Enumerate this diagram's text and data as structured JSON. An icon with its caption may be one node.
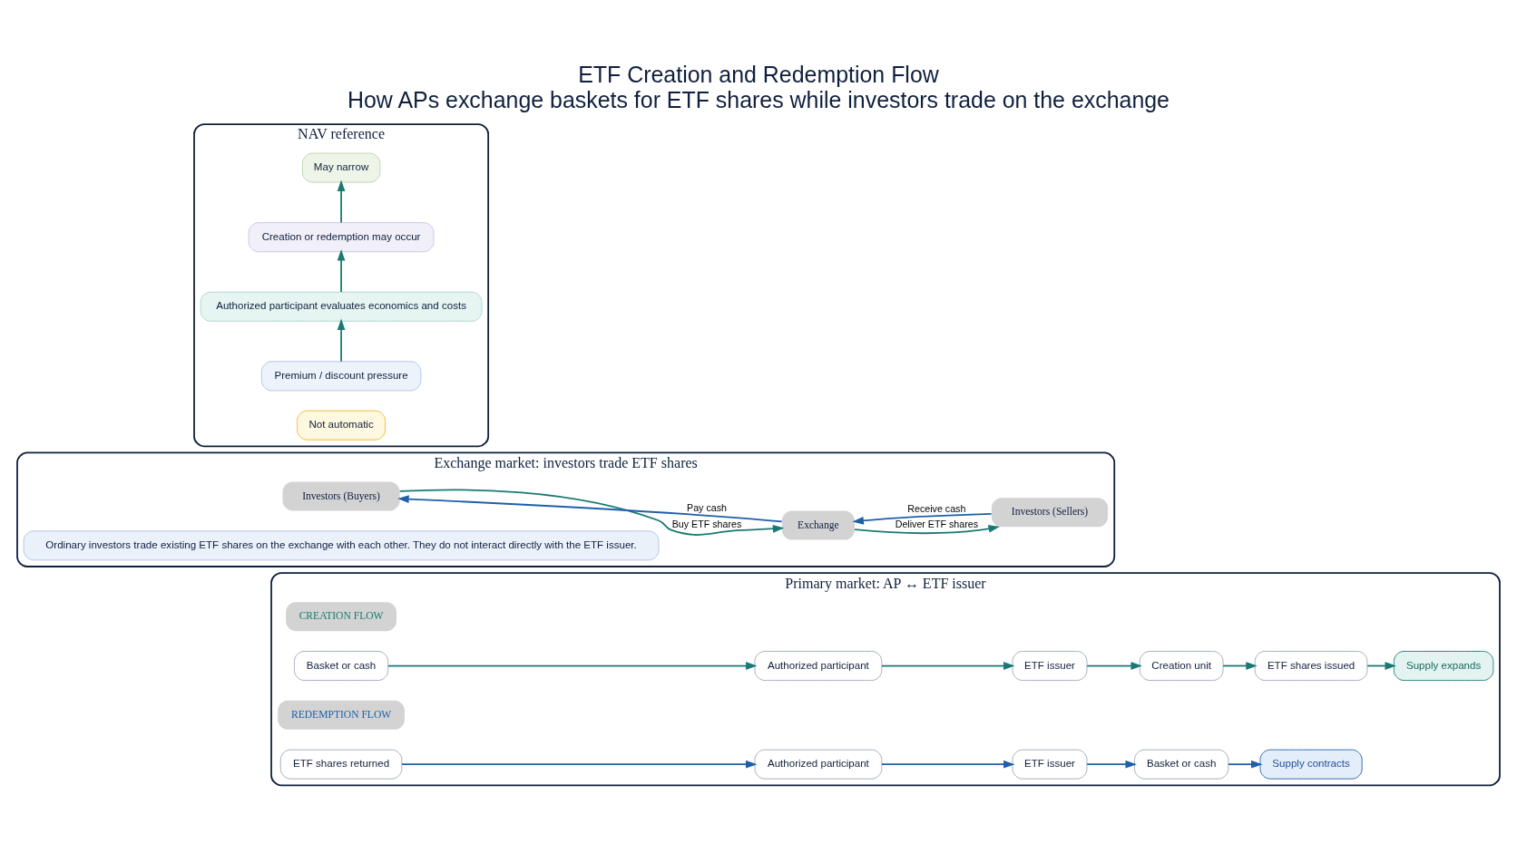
{
  "diagram": {
    "title": "ETF Creation and Redemption Flow",
    "caption": "How APs exchange baskets for ETF shares while investors trade on the exchange",
    "nodes": [
      {
        "text": [
          "Primary market: AP ↔ ETF issuer"
        ]
      },
      {
        "text": [
          "CREATION FLOW"
        ],
        "in": 0
      },
      {
        "text": [
          "Basket or cash"
        ],
        "in": 0
      },
      {
        "text": [
          "Authorized participant"
        ],
        "in": 0
      },
      {
        "text": [
          "ETF issuer"
        ],
        "in": 0
      },
      {
        "text": [
          "Creation unit"
        ],
        "in": 0
      },
      {
        "text": [
          "ETF shares issued"
        ],
        "in": 0
      },
      {
        "text": [
          "Supply expands"
        ],
        "in": 0
      },
      {
        "text": [
          "REDEMPTION FLOW"
        ],
        "in": 0
      },
      {
        "text": [
          "Supply contracts"
        ],
        "in": 0
      },
      {
        "text": [
          "Basket or cash"
        ],
        "in": 0
      },
      {
        "text": [
          "ETF issuer"
        ],
        "in": 0
      },
      {
        "text": [
          "Authorized participant"
        ],
        "in": 0
      },
      {
        "text": [
          "ETF shares returned"
        ],
        "in": 0
      },
      {
        "text": [
          "Exchange market: investors trade ETF shares"
        ]
      },
      {
        "text": [
          "Investors (Buyers)"
        ],
        "in": 14
      },
      {
        "text": [
          "Exchange"
        ],
        "in": 14
      },
      {
        "text": [
          "Investors (Sellers)"
        ],
        "in": 14
      },
      {
        "text": [
          "Ordinary investors trade existing ETF shares on the exchange with each other. They do not interact directly with the ETF issuer."
        ],
        "in": 14
      },
      {
        "text": [
          "NAV reference"
        ]
      },
      {
        "text": [
          "Premium / discount pressure"
        ],
        "in": 19
      },
      {
        "text": [
          "Authorized participant evaluates economics and costs"
        ],
        "in": 19
      },
      {
        "text": [
          "Creation or redemption may occur"
        ],
        "in": 19
      },
      {
        "text": [
          "May narrow"
        ],
        "in": 19
      },
      {
        "text": [
          "Not automatic"
        ],
        "in": 19
      }
    ],
    "edges": [
      {
        "from": 2,
        "to": 3,
        "arrow": "to"
      },
      {
        "from": 3,
        "to": 4,
        "arrow": "to"
      },
      {
        "from": 4,
        "to": 5,
        "arrow": "to"
      },
      {
        "from": 5,
        "to": 6,
        "arrow": "to"
      },
      {
        "from": 6,
        "to": 7,
        "arrow": "to"
      },
      {
        "from": 13,
        "to": 12,
        "arrow": "to",
        "color": "#1f5fa8"
      },
      {
        "from": 12,
        "to": 11,
        "arrow": "to",
        "color": "#1f5fa8"
      },
      {
        "from": 11,
        "to": 10,
        "arrow": "to",
        "color": "#1f5fa8"
      },
      {
        "from": 10,
        "to": 9,
        "arrow": "to",
        "color": "#1f5fa8"
      },
      {
        "from": 15,
        "to": 16,
        "arrow": "to",
        "label": "Buy ETF shares"
      },
      {
        "from": 16,
        "to": 15,
        "arrow": "to",
        "label": "Pay cash",
        "color": "#1f5fa8"
      },
      {
        "from": 16,
        "to": 17,
        "arrow": "to",
        "label": "Deliver ETF shares"
      },
      {
        "from": 17,
        "to": 16,
        "arrow": "to",
        "label": "Receive cash",
        "color": "#1f5fa8"
      },
      {
        "from": 20,
        "to": 21,
        "arrow": "to"
      },
      {
        "from": 21,
        "to": 22,
        "arrow": "to"
      },
      {
        "from": 22,
        "to": 23,
        "arrow": "to"
      }
    ]
  }
}
